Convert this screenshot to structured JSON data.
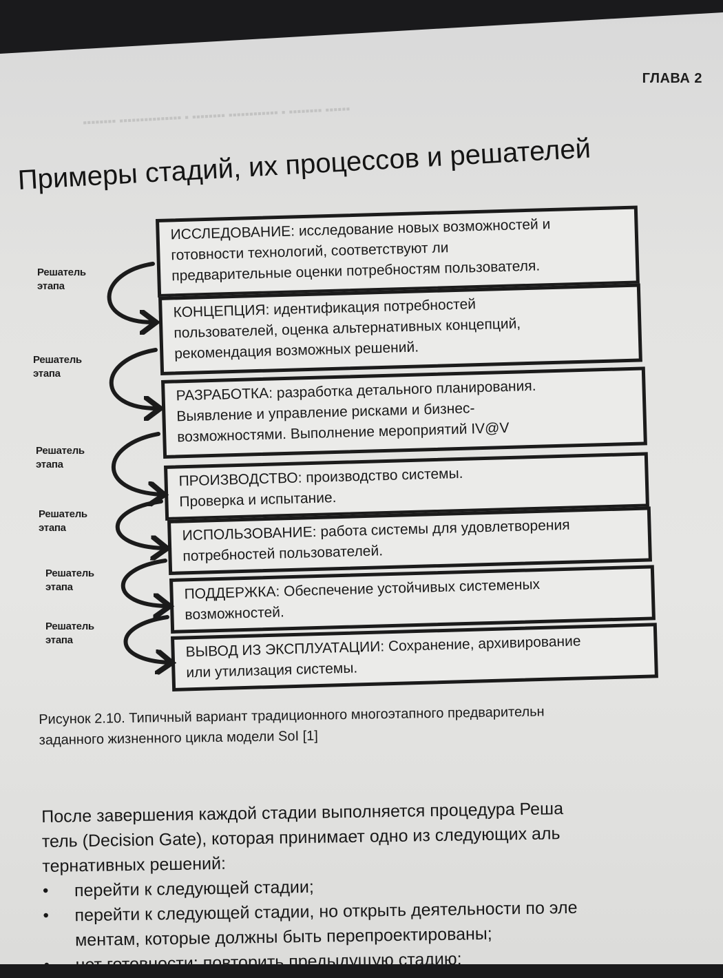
{
  "header": {
    "chapter": "ГЛАВА 2"
  },
  "title": "Примеры стадий, их процессов и решателей",
  "gate_label": {
    "line1": "Решатель",
    "line2": "этапа"
  },
  "stages": [
    {
      "lines": [
        "ИССЛЕДОВАНИЕ: исследование новых возможностей и",
        "готовности технологий, соответствуют ли",
        "предварительные оценки потребностям пользователя."
      ]
    },
    {
      "lines": [
        "КОНЦЕПЦИЯ: идентификация потребностей",
        "пользователей, оценка альтернативных концепций,",
        "рекомендация возможных решений."
      ]
    },
    {
      "lines": [
        "РАЗРАБОТКА: разработка детального планирования.",
        "Выявление и управление рисками и бизнес-",
        "возможностями. Выполнение мероприятий IV@V"
      ]
    },
    {
      "lines": [
        "ПРОИЗВОДСТВО: производство системы.",
        "Проверка и испытание."
      ]
    },
    {
      "lines": [
        "ИСПОЛЬЗОВАНИЕ: работа системы для удовлетворения",
        "потребностей пользователей."
      ]
    },
    {
      "lines": [
        "ПОДДЕРЖКА: Обеспечение устойчивых системеных",
        "возможностей."
      ]
    },
    {
      "lines": [
        "ВЫВОД ИЗ ЭКСПЛУАТАЦИИ: Сохранение, архивирование",
        "или утилизация системы."
      ]
    }
  ],
  "caption": {
    "line1": "Рисунок 2.10. Типичный вариант традиционного многоэтапного предварительн",
    "line2": "заданного жизненного цикла модели SoI [1]"
  },
  "body": {
    "p1": [
      "После завершения каждой стадии выполняется процедура Реша",
      "тель (Decision Gate), которая принимает одно из следующих аль",
      "тернативных решений:"
    ],
    "bullets": [
      [
        "перейти к следующей стадии;"
      ],
      [
        "перейти к следующей стадии, но открыть деятельности по эле",
        "ментам, которые должны быть перепроектированы;"
      ],
      [
        "нет готовности: повторить предыдущую стадию;"
      ]
    ]
  }
}
